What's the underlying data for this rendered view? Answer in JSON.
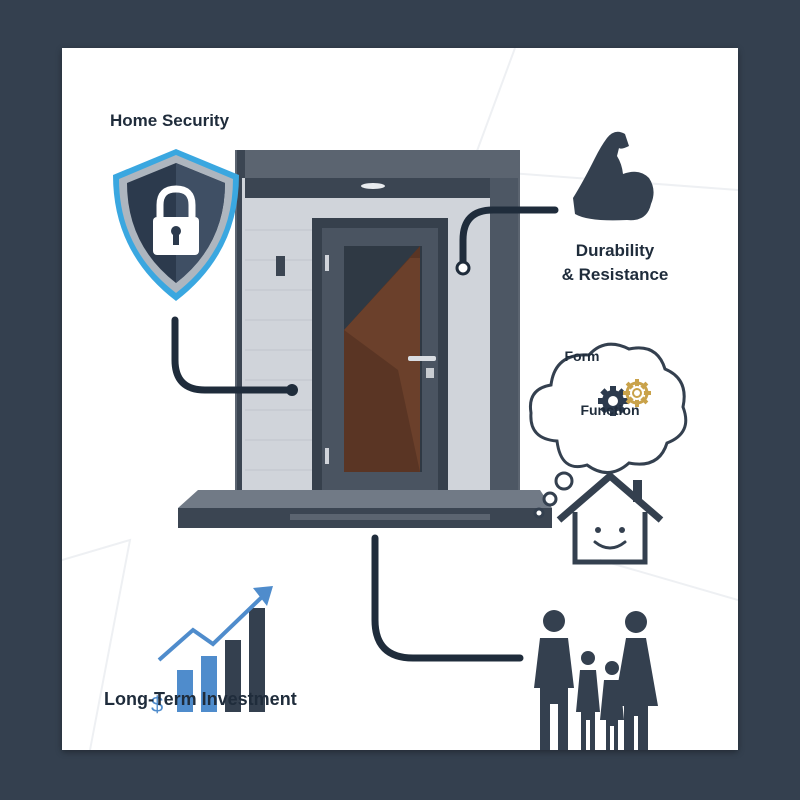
{
  "labels": {
    "home_security": "Home Security",
    "durability_line1": "Durability",
    "durability_line2": "& Resistance",
    "form": "Form",
    "function": "Function",
    "long_term_investment": "Long-Term Investment",
    "dollar_sign": "$"
  },
  "icons": {
    "security": "shield-lock-icon",
    "durability": "flexed-arm-icon",
    "form_function": "gears-thought-bubble-icon",
    "happy_home": "smiling-house-icon",
    "family": "family-icon",
    "investment": "rising-bar-chart-icon"
  },
  "colors": {
    "background": "#34404f",
    "card": "#ffffff",
    "ink": "#1f2c3b",
    "shield_outline": "#3aa7e0",
    "door_wood": "#5a3524",
    "chart_blue": "#4f8ccc"
  }
}
